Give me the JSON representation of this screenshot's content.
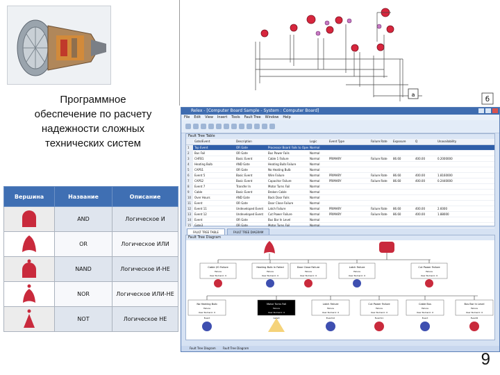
{
  "caption": {
    "line1": "Программное",
    "line2": "обеспечение по расчету",
    "line3": "надежности сложных",
    "line4": "технических систем"
  },
  "gates_table": {
    "headers": [
      "Вершина",
      "Название",
      "Описание"
    ],
    "rows": [
      {
        "gate": "and",
        "name": "AND",
        "description": "Логическое И"
      },
      {
        "gate": "or",
        "name": "OR",
        "description": "Логическое ИЛИ"
      },
      {
        "gate": "nand",
        "name": "NAND",
        "description": "Логическое И-НЕ"
      },
      {
        "gate": "nor",
        "name": "NOR",
        "description": "Логическое ИЛИ-НЕ"
      },
      {
        "gate": "not",
        "name": "NOT",
        "description": "Логическое НЕ"
      }
    ]
  },
  "diagram_markers": {
    "a": "a",
    "b": "б"
  },
  "page_number": "9",
  "app": {
    "title": "Relex - [Computer Board Sample - System : Computer Board]",
    "menu": [
      "File",
      "Edit",
      "View",
      "Insert",
      "Tools",
      "Fault Tree",
      "Window",
      "Help"
    ],
    "panel_title": "Fault Tree Table",
    "tabs": [
      "FAULT TREE TABLE",
      "FAULT TREE DIAGRAM"
    ],
    "diagram_panel_title": "Fault Tree Diagram",
    "status_tabs": [
      "Fault Tree Diagram",
      "Fault Tree Diagram"
    ],
    "columns": [
      "Gate/Event",
      "Description",
      "Logic",
      "Event Type",
      "Failure Rate",
      "Exposure",
      "Q",
      "Unavailability"
    ],
    "rows": [
      {
        "n": "1",
        "id": "Top Event",
        "desc": "OR Gate",
        "text": "Processor Board Fails to Operate",
        "logic": "Normal",
        "sel": true
      },
      {
        "n": "2",
        "id": "Bus Fail",
        "desc": "OR Gate",
        "text": "Bus Power Fails",
        "logic": "Normal"
      },
      {
        "n": "3",
        "id": "CHFB1",
        "desc": "Basic Event",
        "text": "Cable 1 Failure",
        "logic": "Normal",
        "etype": "PRIMARY",
        "rate": "Failure Rate",
        "exp": "86.60",
        "q": "400.00",
        "u": "0.2000000"
      },
      {
        "n": "4",
        "id": "Heating Bulb",
        "desc": "AND Gate",
        "text": "Heating Bulb Failure",
        "logic": "Normal"
      },
      {
        "n": "5",
        "id": "CAPS1",
        "desc": "OR Gate",
        "text": "No Heating Bulb",
        "logic": "Normal"
      },
      {
        "n": "6",
        "id": "Event 5",
        "desc": "Basic Event",
        "text": "Wire Failure",
        "logic": "Normal",
        "etype": "PRIMARY",
        "rate": "Failure Rate",
        "exp": "86.60",
        "q": "400.00",
        "u": "1.8160000"
      },
      {
        "n": "7",
        "id": "CAPS2",
        "desc": "Basic Event",
        "text": "Capacitor Failure",
        "logic": "Normal",
        "etype": "PRIMARY",
        "rate": "Failure Rate",
        "exp": "86.60",
        "q": "400.00",
        "u": "0.2440000"
      },
      {
        "n": "8",
        "id": "Event 7",
        "desc": "Transfer In",
        "text": "Motor Turns Fail",
        "logic": "Normal"
      },
      {
        "n": "9",
        "id": "Cable",
        "desc": "Basic Event",
        "text": "Broken Cable",
        "logic": "Normal"
      },
      {
        "n": "10",
        "id": "Over Hours",
        "desc": "AND Gate",
        "text": "Back Door Fails",
        "logic": "Normal"
      },
      {
        "n": "11",
        "id": "Event",
        "desc": "OR Gate",
        "text": "Door Close Failure",
        "logic": "Normal"
      },
      {
        "n": "12",
        "id": "Event 11",
        "desc": "Undeveloped Event",
        "text": "Latch Failure",
        "logic": "Normal",
        "etype": "PRIMARY",
        "rate": "Failure Rate",
        "exp": "86.60",
        "q": "400.00",
        "u": "2.6000"
      },
      {
        "n": "13",
        "id": "Event 12",
        "desc": "Undeveloped Event",
        "text": "Cut Power Failure",
        "logic": "Normal",
        "etype": "PRIMARY",
        "rate": "Failure Rate",
        "exp": "86.60",
        "q": "400.00",
        "u": "1.88000"
      },
      {
        "n": "14",
        "id": "Event",
        "desc": "OR Gate",
        "text": "Bus Bar In Level",
        "logic": "Normal"
      },
      {
        "n": "15",
        "id": "Gate3",
        "desc": "OR Gate",
        "text": "Motor Turns Fail",
        "logic": "Normal"
      }
    ],
    "tree": {
      "level1": [
        {
          "title": "Cable I/O Failure",
          "sub": "Failure",
          "rate": "User Numeric: 0"
        },
        {
          "title": "Heating Bulb In Failed",
          "sub": "Failure",
          "rate": "User Numeric: 0"
        },
        {
          "title": "Door Close Failure",
          "sub": "Failure",
          "rate": "User Numeric: 0"
        },
        {
          "title": "Latch Failure",
          "sub": "Failure",
          "rate": "User Numeric: 0"
        },
        {
          "title": "Cut Power Failure",
          "sub": "Failure",
          "rate": "User Numeric: 0"
        }
      ],
      "level2": [
        {
          "title": "No Heating Bulb",
          "sub": "Failure",
          "rate": "User Numeric: 0",
          "label": "Event"
        },
        {
          "title": "Motor Turns Fail",
          "sub": "Failure",
          "rate": "User Numeric: 0",
          "label": "Gate3",
          "dark": true
        },
        {
          "title": "Latch Failure",
          "sub": "Failure",
          "rate": "User Numeric: 0",
          "label": "Event12"
        },
        {
          "title": "Cut Power Failure",
          "sub": "Failure",
          "rate": "User Numeric: 0",
          "label": "Event11"
        },
        {
          "title": "Cable Bus",
          "sub": "Failure",
          "rate": "User Numeric: 0",
          "label": "Event"
        },
        {
          "title": "Bus Bar In Level",
          "sub": "Failure",
          "rate": "User Numeric: 0",
          "label": "Event6"
        }
      ]
    }
  },
  "colors": {
    "header_blue": "#3f6fb3",
    "gate_red": "#c92a3c",
    "window_blue": "#3f6cb0"
  }
}
